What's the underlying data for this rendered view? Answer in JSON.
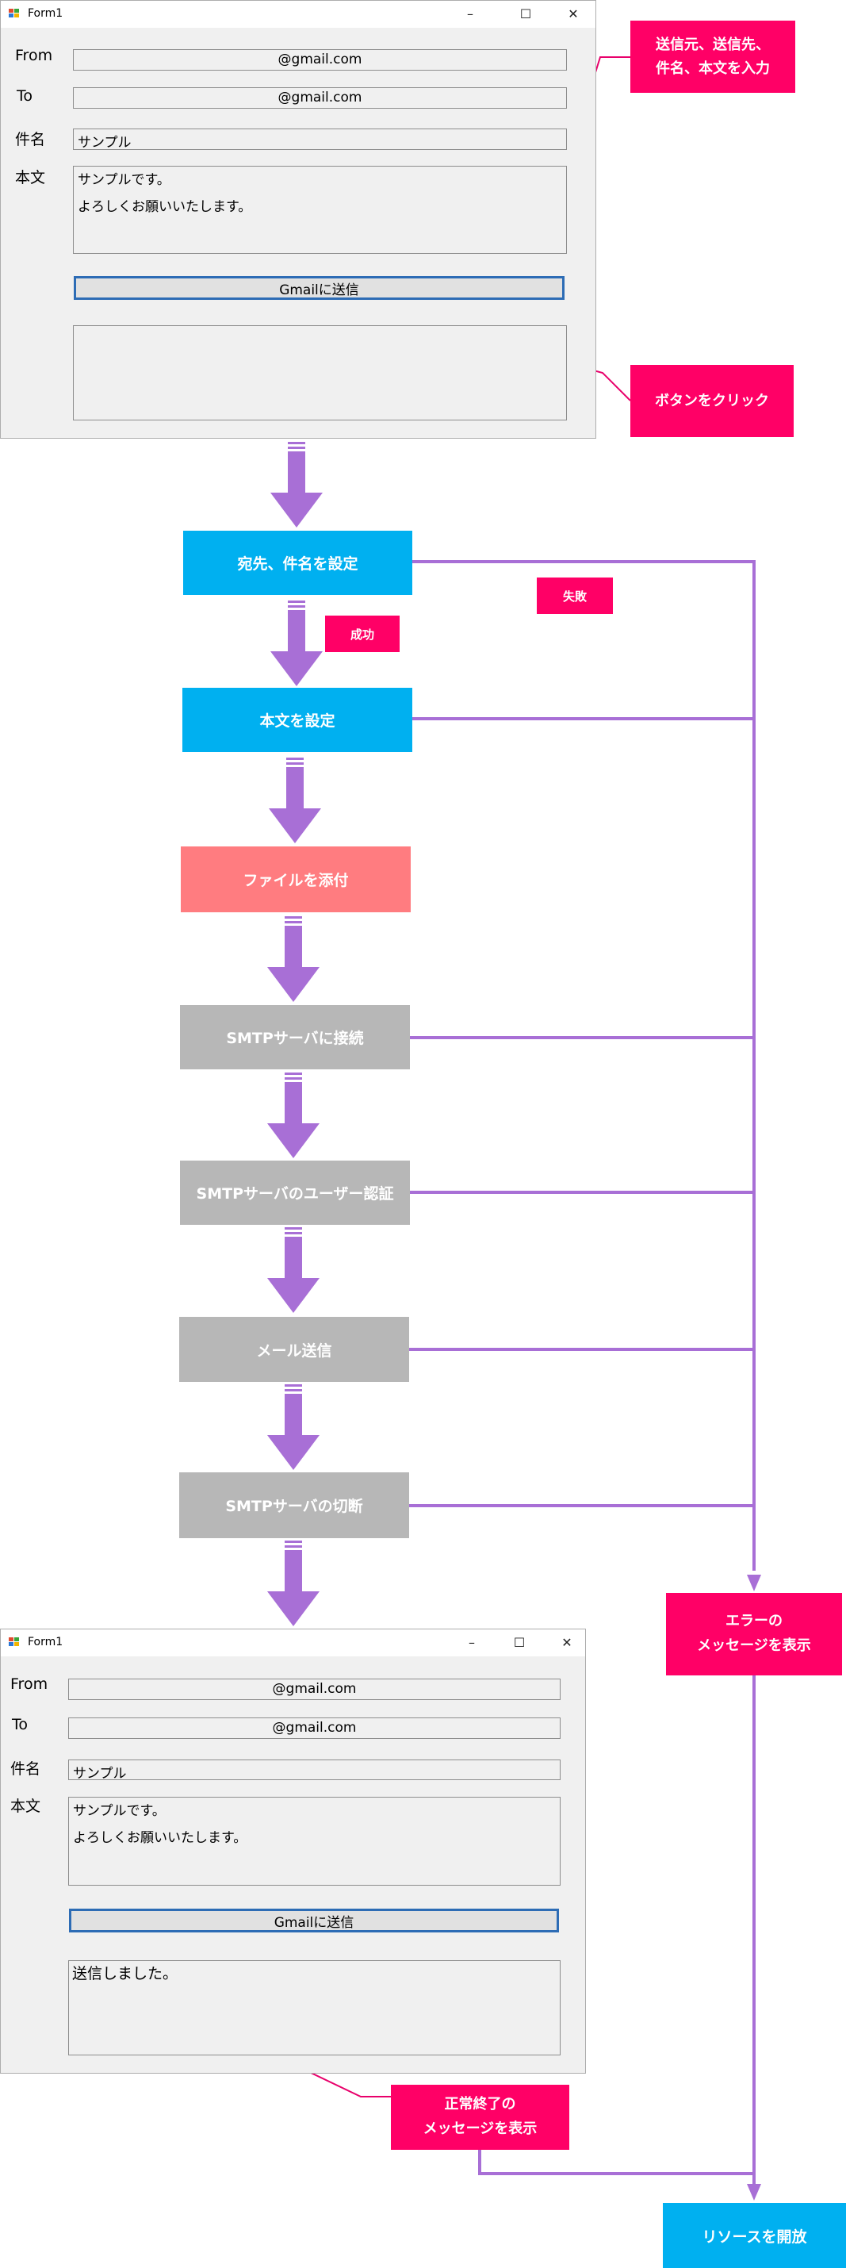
{
  "form1": {
    "title": "Form1",
    "labels": {
      "from": "From",
      "to": "To",
      "subject": "件名",
      "body": "本文"
    },
    "from_value": "@gmail.com",
    "to_value": "@gmail.com",
    "subject_value": "サンプル",
    "body_lines": [
      "サンプルです。",
      "よろしくお願いいたします。"
    ],
    "send_label": "Gmailに送信",
    "output": ""
  },
  "form2": {
    "title": "Form1",
    "labels": {
      "from": "From",
      "to": "To",
      "subject": "件名",
      "body": "本文"
    },
    "from_value": "@gmail.com",
    "to_value": "@gmail.com",
    "subject_value": "サンプル",
    "body_lines": [
      "サンプルです。",
      "よろしくお願いいたします。"
    ],
    "send_label": "Gmailに送信",
    "output": "送信しました。"
  },
  "window_controls": {
    "minimize": "–",
    "maximize": "☐",
    "close": "✕"
  },
  "callouts": {
    "input": [
      "送信元、送信先、",
      "件名、本文を入力"
    ],
    "click": "ボタンをクリック",
    "success_msg": [
      "正常終了の",
      "メッセージを表示"
    ]
  },
  "steps": {
    "set_recipients": "宛先、件名を設定",
    "set_body": "本文を設定",
    "attach": "ファイルを添付",
    "connect": "SMTPサーバに接続",
    "auth": "SMTPサーバのユーザー認証",
    "send": "メール送信",
    "disconnect": "SMTPサーバの切断",
    "error_msg": [
      "エラーの",
      "メッセージを表示"
    ],
    "release": "リソースを開放"
  },
  "tags": {
    "success": "成功",
    "failure": "失敗"
  },
  "colors": {
    "flow_arrow": "#a86fd6",
    "callout_pink": "#ff0066",
    "step_blue": "#00b0f0",
    "step_salmon": "#ff7c80",
    "step_gray": "#b7b7b7",
    "button_border": "#2d6cb5"
  }
}
